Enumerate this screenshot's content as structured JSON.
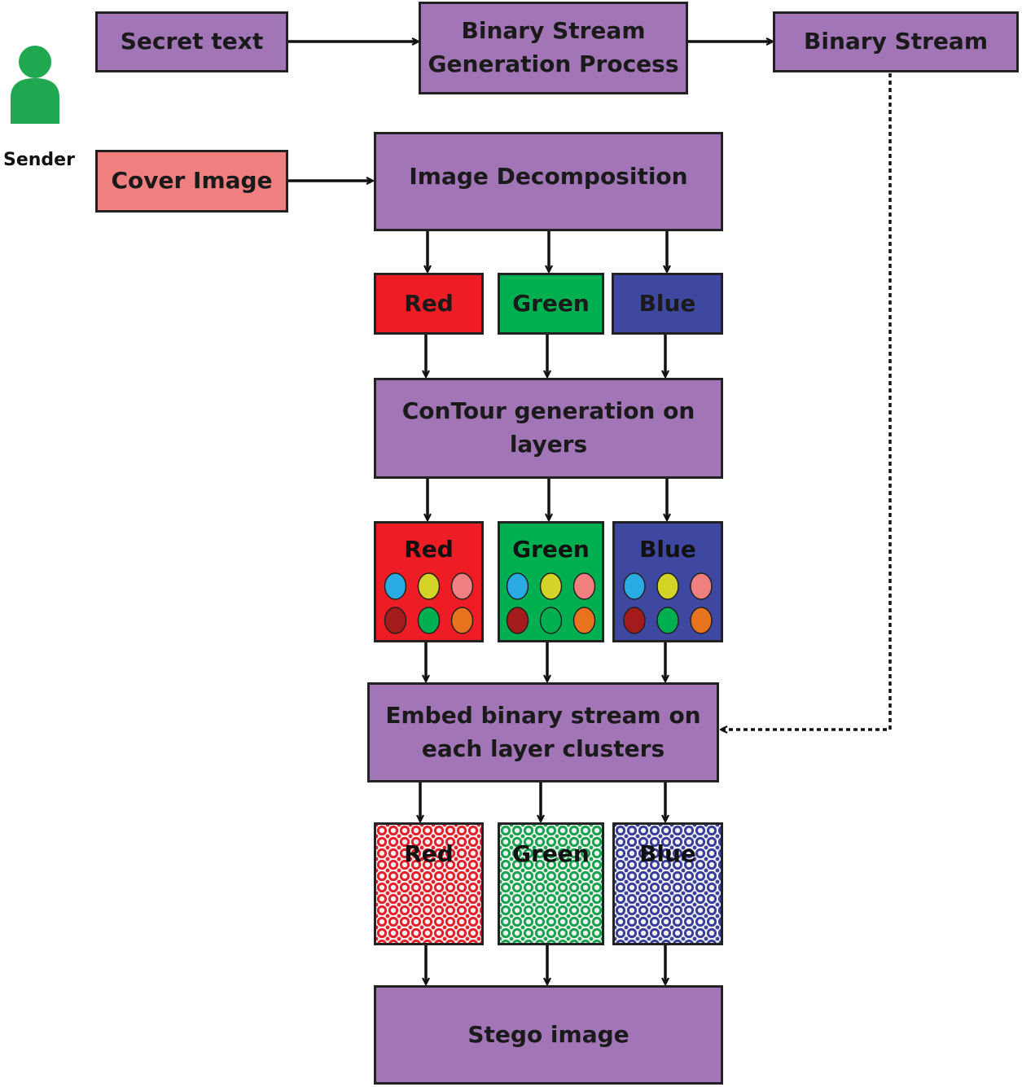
{
  "sender": {
    "label": "Sender",
    "icon": "person-icon",
    "color": "#1fa84f"
  },
  "colors": {
    "box_fill": "#a275b6",
    "cover_fill": "#f08080",
    "red": "#ee1c24",
    "green": "#00b050",
    "blue": "#3f48a0",
    "border": "#222222"
  },
  "nodes": {
    "secret_text": "Secret text",
    "binary_stream_generation": [
      "Binary Stream",
      "Generation Process"
    ],
    "binary_stream": "Binary Stream",
    "cover_image": "Cover Image",
    "image_decomposition": "Image Decomposition",
    "contour_generation": [
      "ConTour generation on",
      "layers"
    ],
    "embed": [
      "Embed binary stream on",
      "each layer clusters"
    ],
    "stego_image": "Stego image"
  },
  "layers": {
    "row1": [
      "Red",
      "Green",
      "Blue"
    ],
    "row2": [
      "Red",
      "Green",
      "Blue"
    ],
    "row3": [
      "Red",
      "Green",
      "Blue"
    ]
  },
  "clusters": {
    "red": [
      "#29abe2",
      "#d4d427",
      "#f08080",
      "#a31b1b",
      "#00b050",
      "#e8731e"
    ],
    "green": [
      "#29abe2",
      "#d4d427",
      "#f08080",
      "#a31b1b",
      "#00b050",
      "#e8731e"
    ],
    "blue": [
      "#29abe2",
      "#d4d427",
      "#f08080",
      "#a31b1b",
      "#00b050",
      "#e8731e"
    ]
  }
}
